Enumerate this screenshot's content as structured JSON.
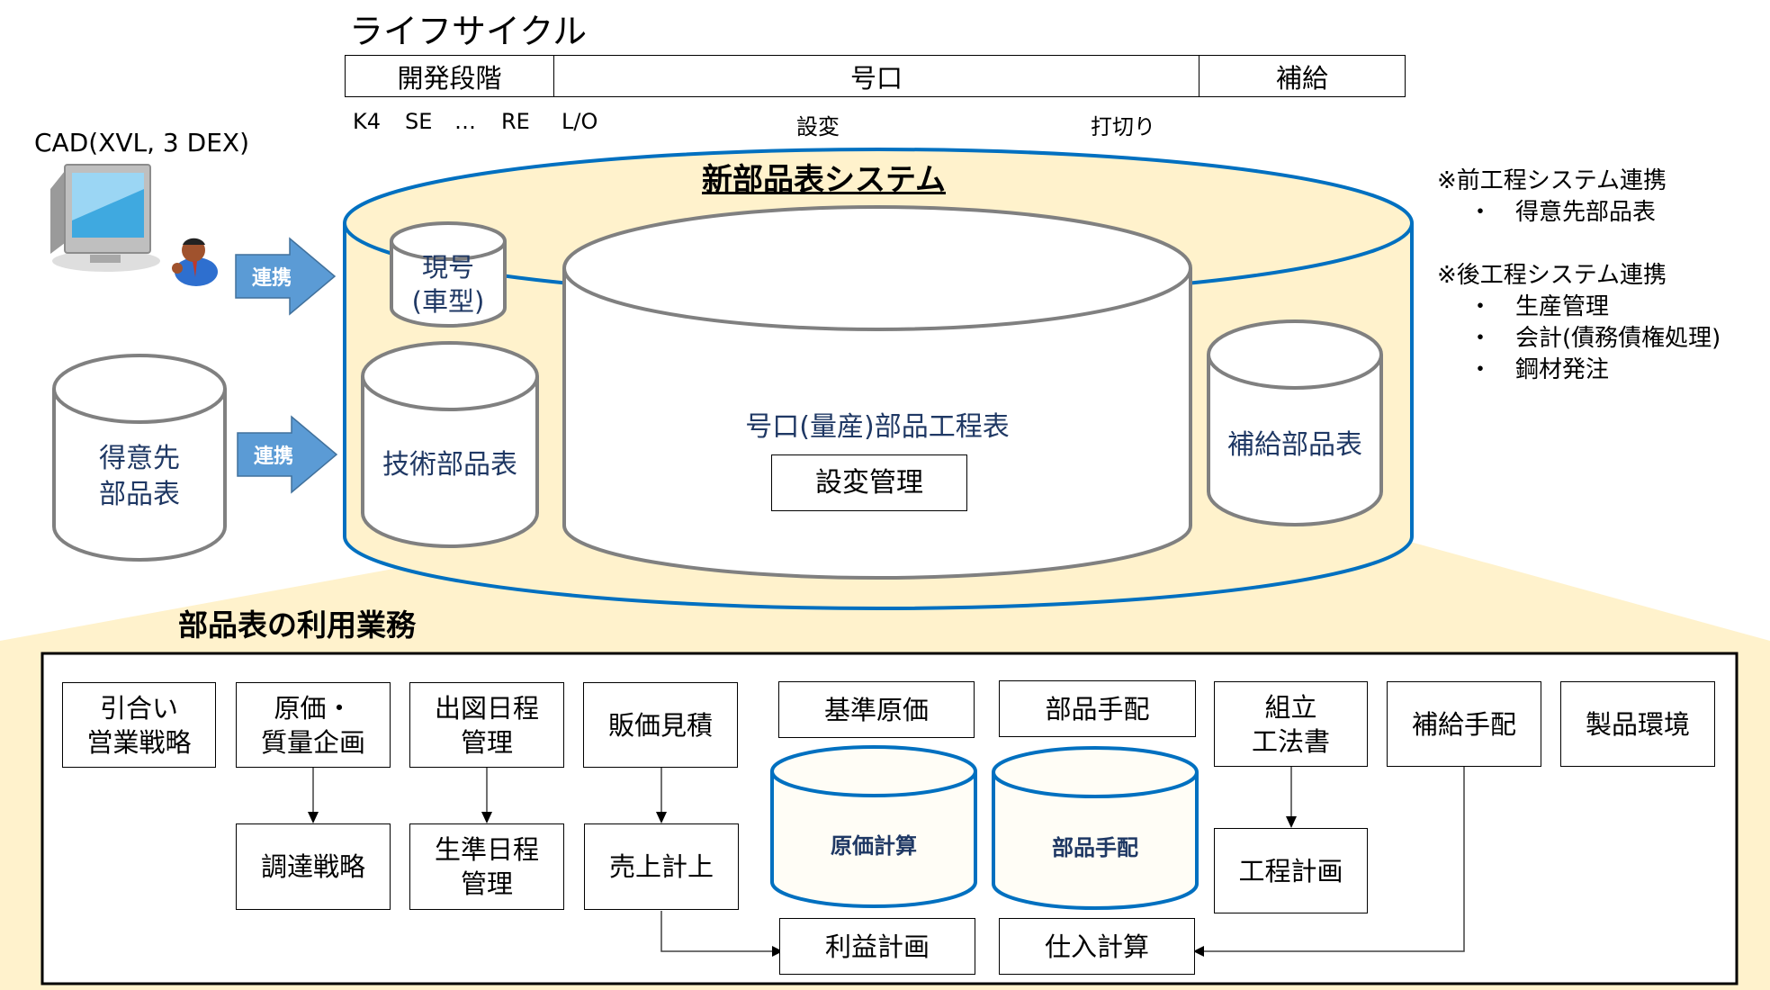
{
  "lifecycle": {
    "title": "ライフサイクル",
    "phases": [
      {
        "label": "開発段階"
      },
      {
        "label": "号口"
      },
      {
        "label": "補給"
      }
    ],
    "milestones": [
      "K4",
      "SE",
      "…",
      "RE",
      "L/O",
      "設変",
      "打切り"
    ]
  },
  "cad": {
    "label": "CAD(XVL, 3 DEX)",
    "icons": [
      "computer-monitor-icon",
      "user-icon"
    ]
  },
  "link_arrows": [
    {
      "label": "連携"
    },
    {
      "label": "連携"
    }
  ],
  "customer_bom": {
    "label_line1": "得意先",
    "label_line2": "部品表"
  },
  "system": {
    "title": "新部品表システム",
    "current_model_line1": "現号",
    "current_model_line2": "(車型)",
    "engineering_bom": "技術部品表",
    "production_bom": "号口(量産)部品工程表",
    "change_mgmt": "設変管理",
    "service_bom": "補給部品表"
  },
  "notes": {
    "upstream_title": "※前工程システム連携",
    "upstream_items": [
      "得意先部品表"
    ],
    "downstream_title": "※後工程システム連携",
    "downstream_items": [
      "生産管理",
      "会計(債務債権処理)",
      "鋼材発注"
    ],
    "bullet": "・"
  },
  "usage": {
    "title": "部品表の利用業務",
    "top_row": [
      {
        "line1": "引合い",
        "line2": "営業戦略"
      },
      {
        "line1": "原価・",
        "line2": "質量企画"
      },
      {
        "line1": "出図日程",
        "line2": "管理"
      },
      {
        "line1": "販価見積",
        "line2": ""
      },
      {
        "line1": "基準原価",
        "line2": ""
      },
      {
        "line1": "部品手配",
        "line2": ""
      },
      {
        "line1": "組立",
        "line2": "工法書"
      },
      {
        "line1": "補給手配",
        "line2": ""
      },
      {
        "line1": "製品環境",
        "line2": ""
      }
    ],
    "second_row": [
      {
        "line1": "調達戦略",
        "line2": ""
      },
      {
        "line1": "生準日程",
        "line2": "管理"
      },
      {
        "line1": "売上計上",
        "line2": ""
      },
      {
        "line1": "工程計画",
        "line2": ""
      }
    ],
    "databases": [
      {
        "label": "原価計算"
      },
      {
        "label": "部品手配"
      }
    ],
    "bottom_row": [
      {
        "label": "利益計画"
      },
      {
        "label": "仕入計算"
      }
    ]
  },
  "colors": {
    "system_fill": "#fff2cc",
    "system_stroke": "#0070c0",
    "gray_stroke": "#808080",
    "arrow_fill": "#5b9bd5",
    "navy_text": "#1f3864"
  }
}
